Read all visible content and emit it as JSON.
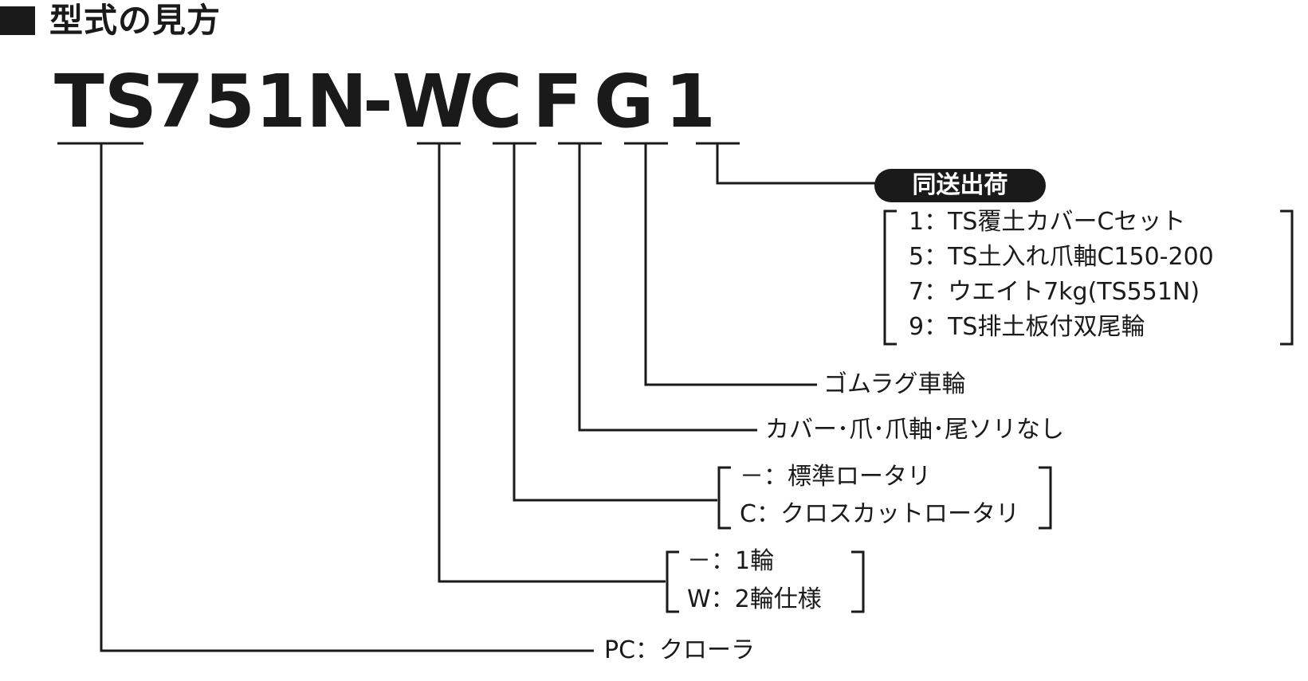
{
  "header": {
    "title": "型式の見方"
  },
  "model_code": {
    "segments": [
      "TS",
      "751N",
      "-",
      "W",
      "C",
      "F",
      "G",
      "1"
    ]
  },
  "branches": {
    "shipping": {
      "badge": "同送出荷",
      "options": [
        "1：TS覆土カバーCセット",
        "5：TS土入れ爪軸C150-200",
        "7：ウエイト7kg(TS551N)",
        "9：TS排土板付双尾輪"
      ]
    },
    "g_label": "ゴムラグ車輪",
    "f_label": "カバー･爪･爪軸･尾ソリなし",
    "c_options": [
      "－：標準ロータリ",
      "C：クロスカットロータリ"
    ],
    "w_options": [
      "－：1輪",
      "W：2輪仕様"
    ],
    "ts_label": "PC：クローラ"
  },
  "colors": {
    "ink": "#1a1a1a",
    "badge_text": "#ffffff"
  }
}
